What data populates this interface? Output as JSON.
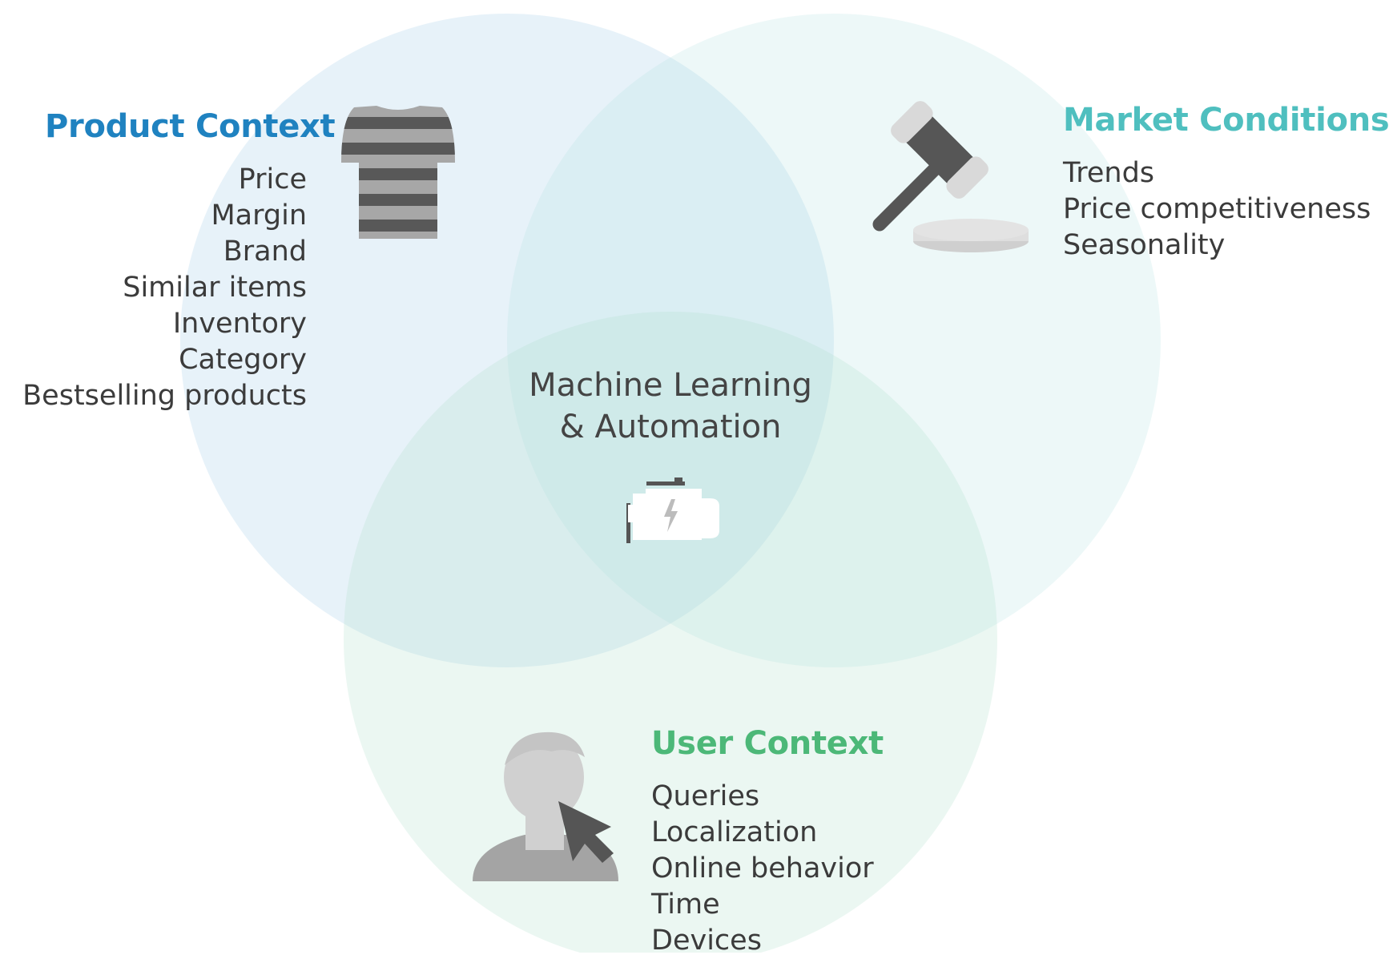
{
  "colors": {
    "product": "#1f82c0",
    "market": "#4fbfbf",
    "user": "#4cb878",
    "circle_product": "#a8d2ea",
    "circle_market": "#b2e0e2",
    "circle_user": "#b0deca",
    "icon_dark": "#555555",
    "icon_light": "#dddddd"
  },
  "product_context": {
    "title": "Product Context",
    "icon": "striped-tshirt-icon",
    "items": [
      "Price",
      "Margin",
      "Brand",
      "Similar items",
      "Inventory",
      "Category",
      "Bestselling products"
    ]
  },
  "market_conditions": {
    "title": "Market Conditions",
    "icon": "gavel-icon",
    "items": [
      "Trends",
      "Price competitiveness",
      "Seasonality"
    ]
  },
  "user_context": {
    "title": "User Context",
    "icon": "user-with-cursor-icon",
    "items": [
      "Queries",
      "Localization",
      "Online behavior",
      "Time",
      "Devices"
    ]
  },
  "center": {
    "line1": "Machine Learning",
    "line2": "& Automation",
    "icon": "engine-icon"
  }
}
